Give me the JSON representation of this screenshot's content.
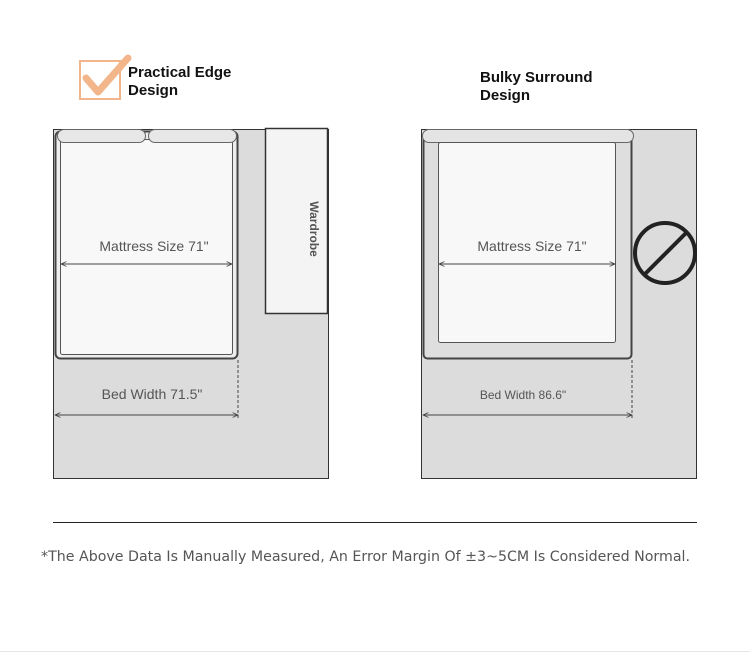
{
  "left_panel": {
    "title_line1": "Practical Edge",
    "title_line2": "Design",
    "mattress_label": "Mattress Size 71\"",
    "bed_width_label": "Bed Width 71.5\"",
    "wardrobe_label": "Wardrobe",
    "check_icon": "checkmark-icon"
  },
  "right_panel": {
    "title_line1": "Bulky Surround",
    "title_line2": "Design",
    "mattress_label": "Mattress Size 71\"",
    "bed_width_label": "Bed Width 86.6\"",
    "prohibited_icon": "prohibited-icon"
  },
  "footer_note": "*The Above Data Is Manually Measured, An Error Margin Of ±3~5CM Is Considered Normal.",
  "colors": {
    "room_fill": "#dcdcdc",
    "bed_fill": "#f7f7f7",
    "stroke": "#444444",
    "check_accent": "#f2b68a"
  }
}
